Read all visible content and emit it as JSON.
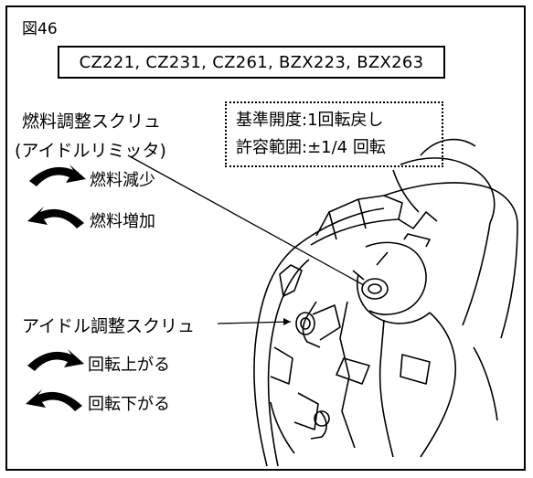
{
  "figure": {
    "label": "図46"
  },
  "models": "CZ221, CZ231, CZ261, BZX223, BZX263",
  "spec": {
    "line1": "基準開度:1回転戻し",
    "line2": "許容範囲:±1/4 回転"
  },
  "fuel_screw": {
    "title": "燃料調整スクリュ",
    "subtitle": "(アイドルリミッタ)",
    "clockwise_label": "燃料減少",
    "counterclockwise_label": "燃料増加"
  },
  "idle_screw": {
    "title": "アイドル調整スクリュ",
    "clockwise_label": "回転上がる",
    "counterclockwise_label": "回転下がる"
  },
  "icons": [
    "clockwise-arrow-icon",
    "counterclockwise-arrow-icon"
  ]
}
